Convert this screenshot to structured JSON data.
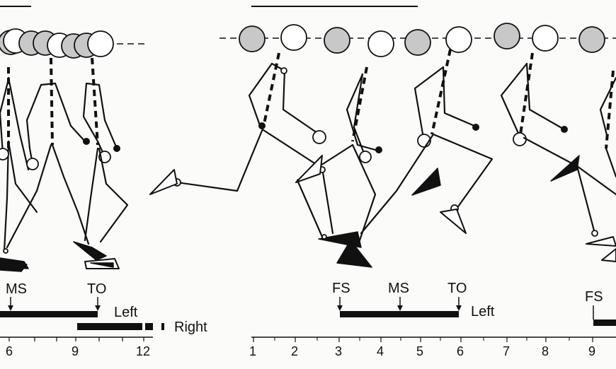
{
  "left_panel": {
    "event_labels": {
      "ms": "MS",
      "to": "TO"
    },
    "bar_labels": {
      "left": "Left",
      "right": "Right"
    },
    "axis_ticks": [
      "6",
      "9",
      "12"
    ]
  },
  "right_panel": {
    "event_labels": {
      "fs": "FS",
      "ms": "MS",
      "to": "TO",
      "fs2": "FS"
    },
    "bar_labels": {
      "left": "Left"
    },
    "axis_ticks": [
      "1",
      "2",
      "3",
      "4",
      "5",
      "6",
      "7",
      "8",
      "9"
    ]
  },
  "colors": {
    "ink": "#111111",
    "grey_head": "#c8c8c8",
    "paper": "#fbfbf9"
  }
}
